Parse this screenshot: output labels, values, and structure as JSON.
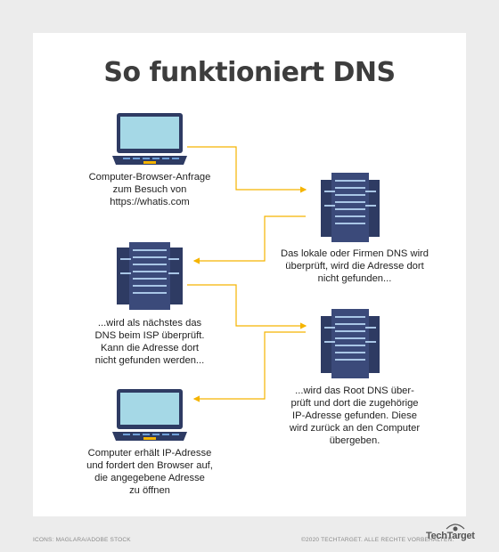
{
  "title": "So funktioniert DNS",
  "steps": [
    {
      "text": "Computer-Browser-Anfrage\nzum Besuch von\nhttps://whatis.com",
      "icon": "laptop-icon"
    },
    {
      "text": "Das lokale oder Firmen DNS wird\nüberprüft, wird die Adresse dort\nnicht gefunden...",
      "icon": "server-stack-icon"
    },
    {
      "text": "...wird als nächstes das\nDNS beim ISP überprüft.\nKann die Adresse dort\nnicht gefunden werden...",
      "icon": "server-stack-icon"
    },
    {
      "text": "...wird das Root DNS über-\nprüft und dort die zugehörige\nIP-Adresse gefunden. Diese\nwird zurück an den Computer\nübergeben.",
      "icon": "server-stack-icon"
    },
    {
      "text": "Computer erhält IP-Adresse\nund fordert den Browser auf,\ndie angegebene Adresse\nzu öffnen",
      "icon": "laptop-icon"
    }
  ],
  "footer": {
    "credits": "ICONS: MAGLARA/ADOBE STOCK",
    "copyright": "©2020 TECHTARGET. ALLE RECHTE VORBEHALTEN.",
    "brand": "TechTarget"
  },
  "colors": {
    "device": "#2e3b63",
    "screen": "#a5d8e6",
    "server_light": "#a9c6e6",
    "connector": "#f5b400"
  }
}
